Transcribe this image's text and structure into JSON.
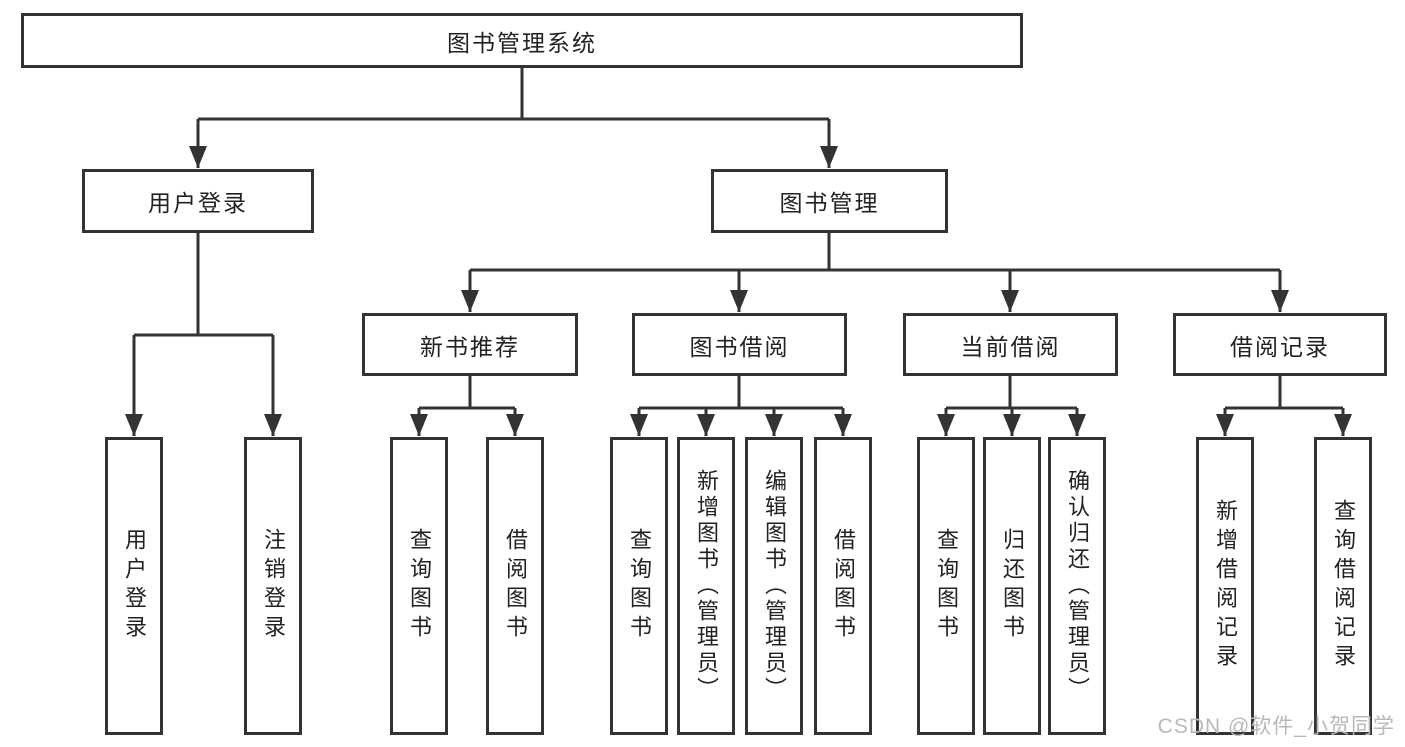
{
  "diagram": {
    "root": {
      "label": "图书管理系统"
    },
    "branches": [
      {
        "label": "用户登录",
        "children": [
          {
            "label": "用户登录"
          },
          {
            "label": "注销登录"
          }
        ]
      },
      {
        "label": "图书管理",
        "children": [
          {
            "label": "新书推荐",
            "children": [
              {
                "label": "查询图书"
              },
              {
                "label": "借阅图书"
              }
            ]
          },
          {
            "label": "图书借阅",
            "children": [
              {
                "label": "查询图书"
              },
              {
                "label": "新增图书（管理员）"
              },
              {
                "label": "编辑图书（管理员）"
              },
              {
                "label": "借阅图书"
              }
            ]
          },
          {
            "label": "当前借阅",
            "children": [
              {
                "label": "查询图书"
              },
              {
                "label": "归还图书"
              },
              {
                "label": "确认归还（管理员）"
              }
            ]
          },
          {
            "label": "借阅记录",
            "children": [
              {
                "label": "新增借阅记录"
              },
              {
                "label": "查询借阅记录"
              }
            ]
          }
        ]
      }
    ]
  },
  "watermark": {
    "text": "CSDN @软件_小贺同学"
  },
  "colors": {
    "line": "#333333",
    "text": "#222222",
    "background": "#ffffff",
    "box_background": "#ffffff",
    "watermark": "#b9b9b9"
  }
}
